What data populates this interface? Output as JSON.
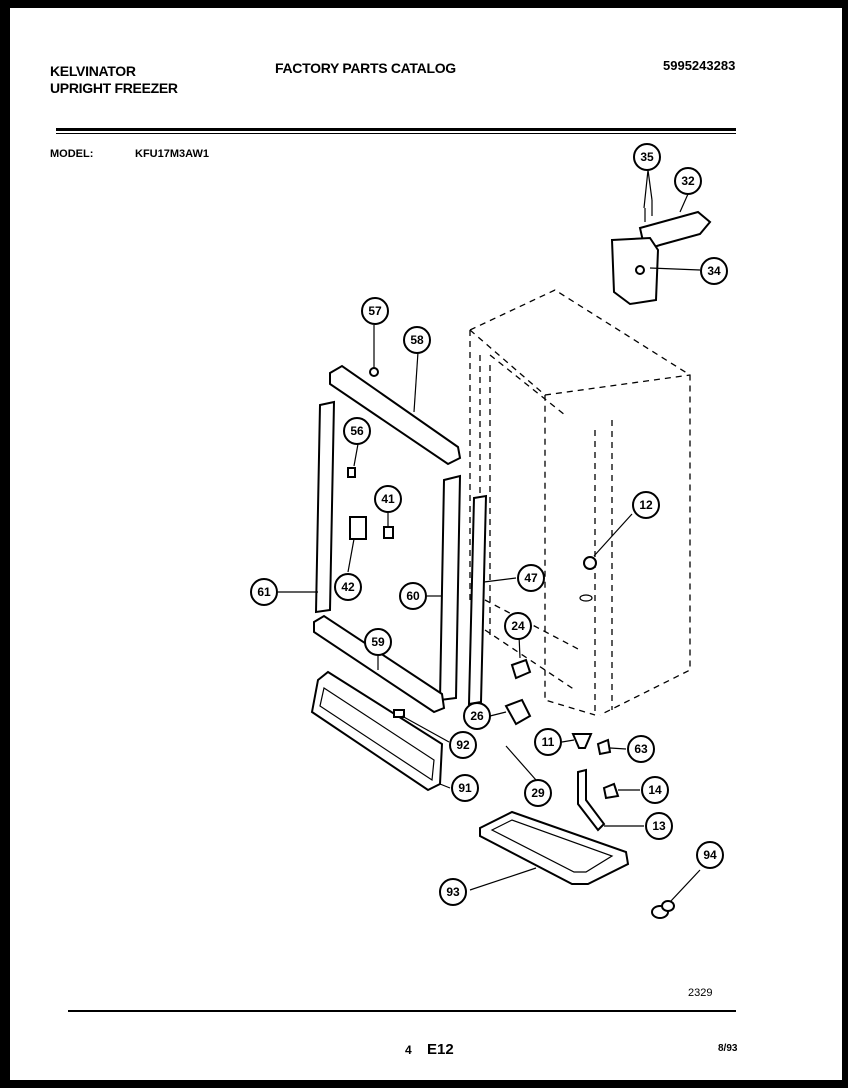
{
  "header": {
    "brand": "KELVINATOR",
    "product": "UPRIGHT FREEZER",
    "catalog_title": "FACTORY PARTS CATALOG",
    "document_number": "5995243283",
    "model_label": "MODEL:",
    "model_value": "KFU17M3AW1"
  },
  "footer": {
    "figure_number": "2329",
    "page_number": "4",
    "section_code": "E12",
    "date": "8/93"
  },
  "callouts": {
    "c35": "35",
    "c32": "32",
    "c34": "34",
    "c57": "57",
    "c58": "58",
    "c56": "56",
    "c41": "41",
    "c42": "42",
    "c61": "61",
    "c60": "60",
    "c12": "12",
    "c47": "47",
    "c24": "24",
    "c59": "59",
    "c26": "26",
    "c92": "92",
    "c11": "11",
    "c63": "63",
    "c29": "29",
    "c14": "14",
    "c91": "91",
    "c13": "13",
    "c94": "94",
    "c93": "93"
  }
}
